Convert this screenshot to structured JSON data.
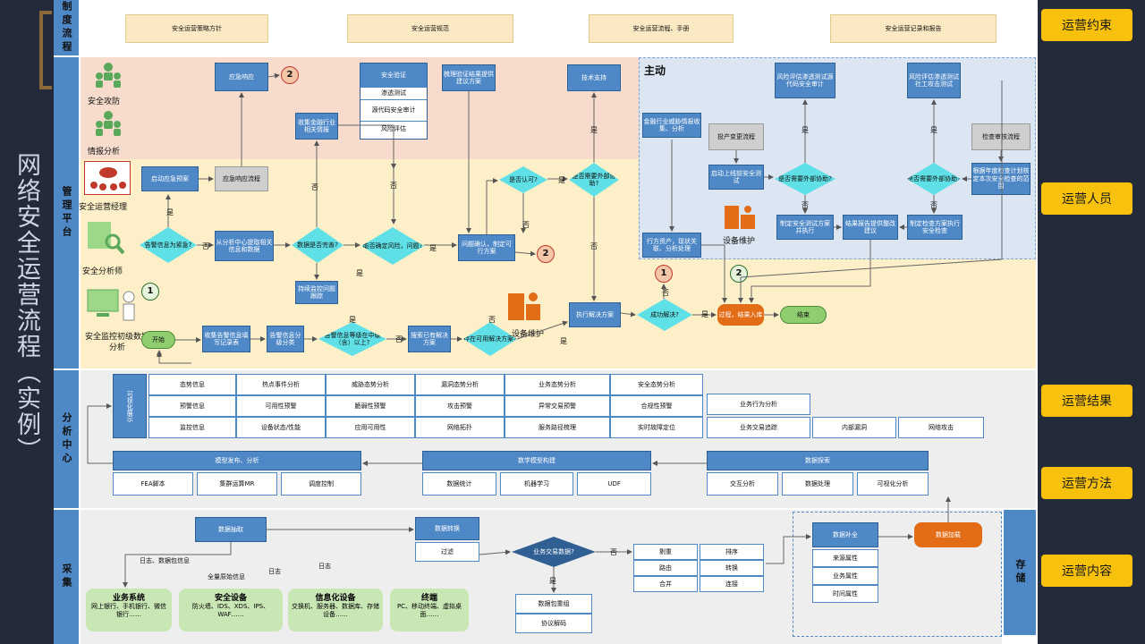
{
  "left_title": "网络安全运营流程（实例）",
  "right_tags": [
    "运营约束",
    "运营人员",
    "运营结果",
    "运营方法",
    "运营内容"
  ],
  "rows": {
    "zhidu": "制度流程",
    "guanli": "管理平台",
    "fenxi": "分析中心",
    "caiji": "采集",
    "cunchu": "存储"
  },
  "zhidu_items": [
    "安全运营策略方针",
    "安全运营规范",
    "安全运营流程、手册",
    "安全运营记录和报告"
  ],
  "roles": {
    "gongfang": "安全攻防",
    "qingbao": "情报分析",
    "jingli": "安全运营经理",
    "fenxishi": "安全分析师",
    "jiankong": "安全监控初级数据分析",
    "shebei1": "设备维护",
    "shebei2": "设备维护",
    "zhudong": "主动"
  },
  "flow": {
    "yingji_xiangying": "应急响应",
    "yingji_liucheng": "应急响应流程",
    "qidong_yingji": "启动应急预案",
    "gaojing_yingji": "告警信息为紧急?",
    "cong_fenxi": "从分析中心提取相关信息和数据",
    "shuju_wanbei": "数据是否完善?",
    "shouji_jinrong": "收集金融行业相关情报",
    "chixu_jiankong": "持续监控问题跟踪",
    "neng_queding": "能否确定风险，问题?",
    "anquan_yanzheng": "安全验证",
    "shentou": "渗透测试",
    "yuandaima": "源代码安全审计",
    "fengxian": "风险评估",
    "shuli_yanzheng": "梳理验证结果提供建议方案",
    "wenti_queren": "问题确认，制定可行方案",
    "shi_renke": "是否认可?",
    "shi_xuyao_waibu": "是否需要外部协助?",
    "jishu_zhichi": "技术支持",
    "zhixing_jiejue": "执行解决方案",
    "chenggong": "成功解决?",
    "guocheng": "过程，结果入库",
    "jieshu": "结束",
    "kaishi": "开始",
    "shouji_gaojing": "收集告警信息填写记录表",
    "gaojing_fenji": "告警信息分级分类",
    "gaojing_dengji": "告警信息等级在中级（含）以上?",
    "sousuo_jiejue": "搜索已有解决方案",
    "cunzai_jiejue": "存在可用解决方案?",
    "jinrong_weixie": "金融行业威胁情报收集、分析",
    "xingfang": "行方资产，现状关联、分析处理",
    "touchan": "投产变更流程",
    "qidong_shangxian": "启动上线前安全测试",
    "shi_xuyao_waibu2": "是否需要外部协助?",
    "zhiding_ceshi": "制定安全测试方案并执行",
    "fx_shentou_dm": "风险评估渗透测试源代码安全审计",
    "jieguo_baogao": "结果报告提供整改建议",
    "fx_shentou_sg": "风险评估渗透测试社工攻击测试",
    "jiancha_shenhe": "检查审核流程",
    "genju_niandu": "根据年度检查计划核定本次安全检查的范围",
    "shi_xuyao_waibu3": "是否需要外部协助?",
    "zhiding_jiancha": "制定检查方案执行安全检查"
  },
  "labels": {
    "yes": "是",
    "no": "否",
    "n1": "1",
    "n2": "2"
  },
  "analysis": {
    "keshihua": "可视化展示",
    "rows": [
      [
        "态势信息",
        "热点事件分析",
        "威胁态势分析",
        "漏洞态势分析",
        "业务态势分析",
        "安全态势分析"
      ],
      [
        "预警信息",
        "可用性预警",
        "脆弱性预警",
        "攻击预警",
        "异常交易预警",
        "合规性预警"
      ],
      [
        "监控信息",
        "设备状态/性能",
        "应用可用性",
        "网络拓扑",
        "服务路径梳理",
        "实时故障定位"
      ]
    ],
    "extra": [
      "业务行为分析",
      "业务交易追踪",
      "内部漏洞",
      "网络攻击"
    ],
    "model_pub": "模型发布、分析",
    "model_pub_items": [
      "FEA脚本",
      "集群运算MR",
      "调度控制"
    ],
    "math_model": "数学模型构建",
    "math_items": [
      "数据统计",
      "机器学习",
      "UDF"
    ],
    "data_explore": "数据探索",
    "explore_items": [
      "交互分析",
      "数据处理",
      "可视化分析"
    ]
  },
  "collect": {
    "chouqu": "数据抽取",
    "zhuanhuan": "数据转换",
    "guolv": "过滤",
    "jiaoyi": "业务交易数据?",
    "bao_chongzu": "数据包重组",
    "xieyi": "协议解码",
    "ops_left": [
      "剔重",
      "路由",
      "合并"
    ],
    "ops_right": [
      "排序",
      "转换",
      "连接"
    ],
    "buquan": "数据补全",
    "bq_items": [
      "来源属性",
      "业务属性",
      "时间属性"
    ],
    "jiazai": "数据加载",
    "log1": "日志、数据包信息",
    "log2": "全量原始信息",
    "log3": "日志",
    "log4": "日志",
    "sources": [
      {
        "t": "业务系统",
        "d": "网上银行、手机银行、微信银行……"
      },
      {
        "t": "安全设备",
        "d": "防火墙、IDS、XDS、IPS、WAF……"
      },
      {
        "t": "信息化设备",
        "d": "交换机、服务器、数据库、存储设备……"
      },
      {
        "t": "终端",
        "d": "PC、移动终端、虚拟桌面……"
      }
    ]
  }
}
